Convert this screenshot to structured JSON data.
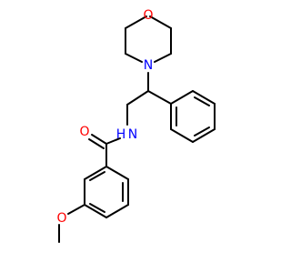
{
  "colors": {
    "bond": "#000000",
    "nitrogen": "#0000FF",
    "oxygen": "#FF0000",
    "background": "#FFFFFF"
  },
  "atoms": {
    "morpholine_oxygen": "O",
    "morpholine_nitrogen": "N",
    "amide_nitrogen": "N",
    "amide_hydrogen": "H",
    "carbonyl_oxygen": "O",
    "methoxy_oxygen": "O"
  }
}
